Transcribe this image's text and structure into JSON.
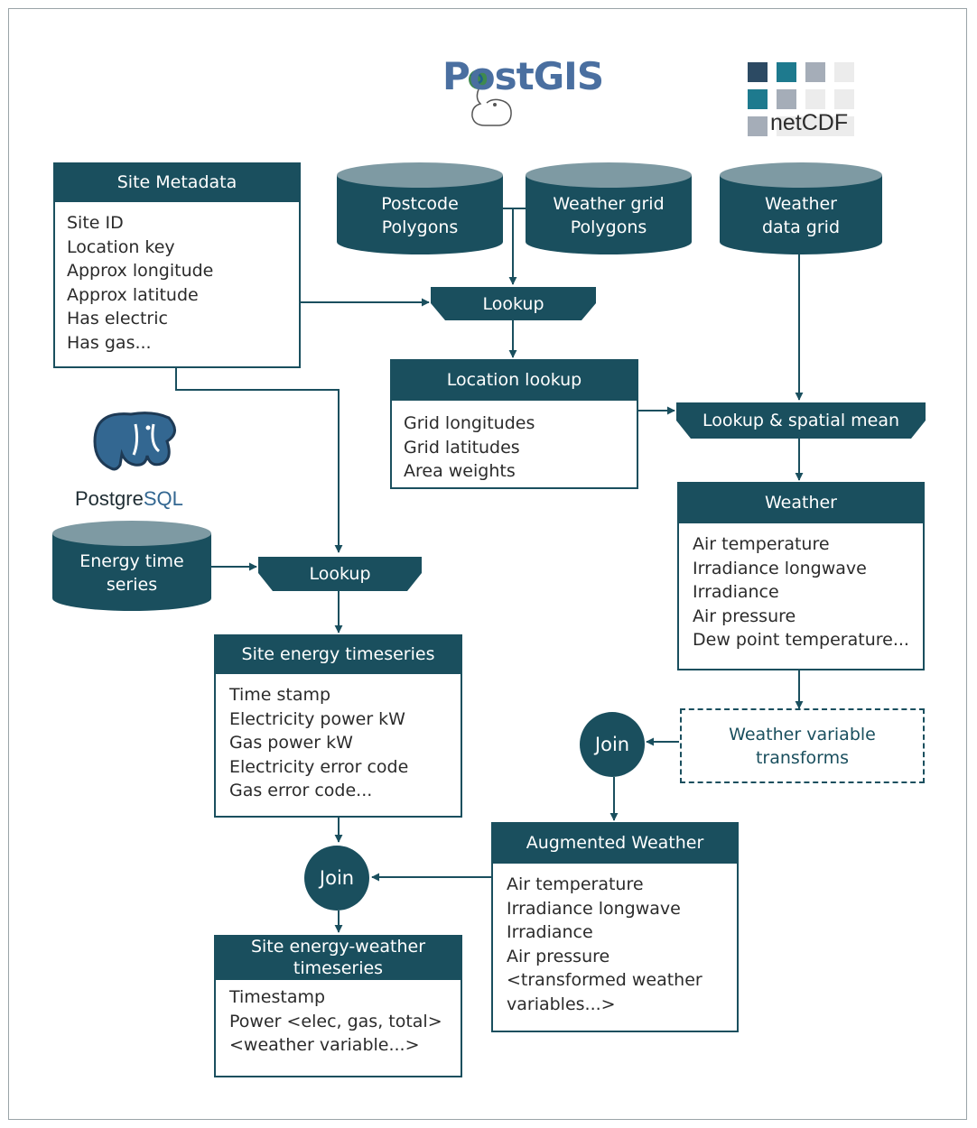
{
  "colors": {
    "primary": "#1a4f5e",
    "frame": "#9aa4a8",
    "postgis_text": "#4a6fa0",
    "postgres_blue": "#336791"
  },
  "logos": {
    "postgis": {
      "text": "PostGIS",
      "icon": "postgis-elephant-logo"
    },
    "netcdf": {
      "text": "netCDF",
      "icon": "netcdf-grid-logo"
    },
    "postgresql": {
      "text_prefix": "Postgre",
      "text_suffix": "SQL",
      "icon": "postgresql-elephant-logo"
    }
  },
  "sources": {
    "postcode": "Postcode\nPolygons",
    "weather_grid": "Weather grid\nPolygons",
    "weather_data": "Weather\ndata grid",
    "energy": "Energy time\nseries"
  },
  "operations": {
    "lookup_top": "Lookup",
    "lookup_spatial": "Lookup & spatial mean",
    "lookup_energy": "Lookup",
    "join_weather": "Join",
    "join_final": "Join",
    "transforms": "Weather variable\ntransforms"
  },
  "tables": {
    "site_metadata": {
      "title": "Site Metadata",
      "fields": [
        "Site ID",
        "Location key",
        "Approx longitude",
        "Approx latitude",
        "Has electric",
        "Has gas..."
      ]
    },
    "location_lookup": {
      "title": "Location lookup",
      "fields": [
        "Grid longitudes",
        "Grid latitudes",
        "Area weights"
      ]
    },
    "weather": {
      "title": "Weather",
      "fields": [
        "Air temperature",
        "Irradiance longwave",
        "Irradiance",
        "Air pressure",
        "Dew point temperature..."
      ]
    },
    "site_energy": {
      "title": "Site energy timeseries",
      "fields": [
        "Time stamp",
        "Electricity power kW",
        "Gas power kW",
        "Electricity error code",
        "Gas error code..."
      ]
    },
    "augmented_weather": {
      "title": "Augmented Weather",
      "fields": [
        "Air temperature",
        "Irradiance longwave",
        "Irradiance",
        "Air pressure",
        "<transformed weather",
        "variables...>"
      ]
    },
    "site_energy_weather": {
      "title": "Site energy-weather\ntimeseries",
      "fields": [
        "Timestamp",
        "Power <elec, gas, total>",
        "<weather variable...>"
      ]
    }
  }
}
